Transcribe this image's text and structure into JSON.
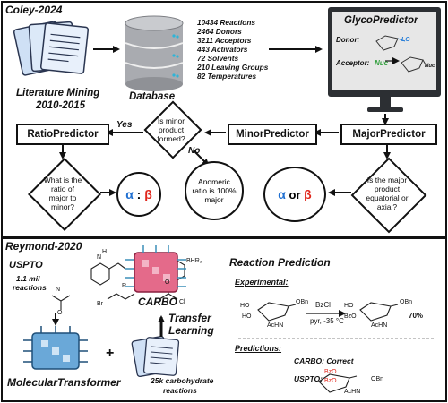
{
  "top": {
    "title": "Coley-2024",
    "lit_label_1": "Literature Mining",
    "lit_label_2": "2010-2015",
    "database_label": "Database",
    "stats": [
      "10434 Reactions",
      "2464 Donors",
      "3211 Acceptors",
      "443 Activators",
      "72 Solvents",
      "210 Leaving Groups",
      "82 Temperatures"
    ],
    "glyco_title": "GlycoPredictor",
    "donor_label": "Donor:",
    "acceptor_label": "Acceptor:",
    "lg_label": "LG",
    "nuc_label": "Nuc",
    "nuc_label2": "Nuc",
    "ratio_predictor": "RatioPredictor",
    "minor_predictor": "MinorPredictor",
    "major_predictor": "MajorPredictor",
    "q_minor": [
      "Is minor",
      "product",
      "formed?"
    ],
    "yes": "Yes",
    "no": "No",
    "anomeric": [
      "Anomeric",
      "ratio is 100%",
      "major"
    ],
    "q_ratio": [
      "What is the",
      "ratio of",
      "major to",
      "minor?"
    ],
    "alpha": "α",
    "colon": " : ",
    "beta": "β",
    "or": " or ",
    "q_major": [
      "Is the major",
      "product",
      "equatorial or",
      "axial?"
    ],
    "colors": {
      "alpha": "#1f6fd1",
      "beta": "#e0261b",
      "nuc": "#2e9e3a",
      "lg": "#2a7fd8",
      "monitor_screen": "#e7e7e7"
    }
  },
  "bottom": {
    "title": "Reymond-2020",
    "uspto": "USPTO",
    "uspto_sub1": "1.1 mil",
    "uspto_sub2": "reactions",
    "carbo": "CARBO",
    "transfer1": "Transfer",
    "transfer2": "Learning",
    "mt": "MolecularTransformer",
    "plus": "+",
    "carb1": "25k carbohydrate",
    "carb2": "reactions",
    "rp_title": "Reaction Prediction",
    "experimental": "Experimental:",
    "reagent1": "BzCl",
    "reagent2": "pyr, -35 °C",
    "yield": "70%",
    "predictions": "Predictions:",
    "carbo_pred": "CARBO: Correct",
    "uspto_pred": "USPTO:",
    "ho": "HO",
    "bzo": "BzO",
    "acHN": "AcHN",
    "obn": "OBn",
    "me_label": "BHR₂",
    "cl_label": "Cl",
    "br_label": "Br",
    "r_label": "R",
    "n_label": "N",
    "h_label": "H",
    "o_label": "O"
  }
}
